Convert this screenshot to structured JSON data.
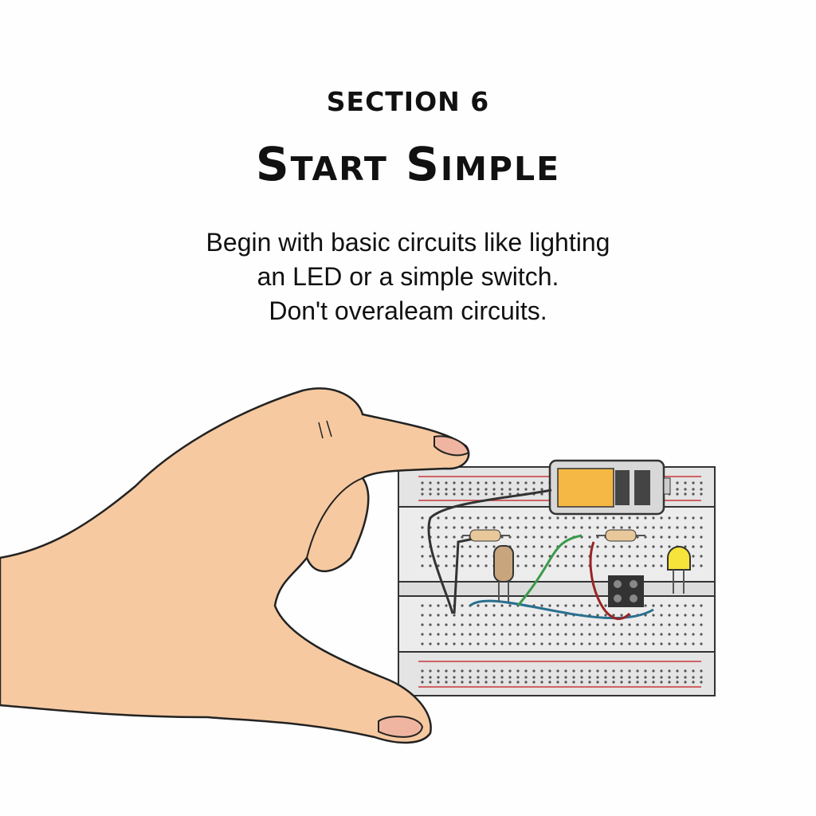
{
  "section_label": "SECTION 6",
  "title": "Start Simple",
  "body_lines": [
    "Begin with basic circuits like lighting",
    "an LED or a simple switch.",
    "Don't overaleam circuits."
  ],
  "colors": {
    "skin": "#f6c9a0",
    "battery": "#f5b844",
    "led": "#f7e43a",
    "board": "#ececec",
    "rail_red": "#c8373a"
  }
}
